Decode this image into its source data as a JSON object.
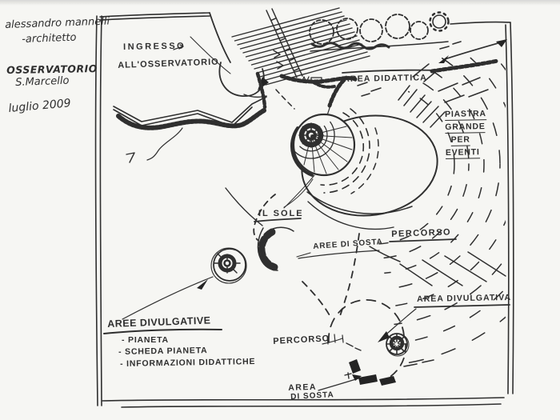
{
  "colors": {
    "ink": "#2f2f2f",
    "paper": "#f5f5f2"
  },
  "margin_notes": {
    "author_line1": "alessandro mannelli",
    "author_line2": "-architetto",
    "project_line1": "OSSERVATORIO",
    "project_line2": "S.Marcello",
    "date": "luglio 2009"
  },
  "plan_labels": {
    "entrance_line1": "INGRESSO",
    "entrance_line2": "ALL'OSSERVATORIO",
    "didactic_area": "AREA DIDATTICA",
    "piastra_line1": "PIASTRA",
    "piastra_line2": "GRANDE",
    "piastra_line3": "PER",
    "piastra_line4": "EVENTI",
    "sun": "IL SOLE",
    "path_upper": "PERCORSO",
    "rest_areas": "AREE DI SOSTA",
    "info_areas_title": "AREE DIVULGATIVE",
    "info_areas_item1": "- PIANETA",
    "info_areas_item2": "- SCHEDA PIANETA",
    "info_areas_item3": "- INFORMAZIONI DIDATTICHE",
    "path_lower": "PERCORSO",
    "info_area": "AREA DIVULGATIVA",
    "rest_area_line1": "AREA",
    "rest_area_line2": "DI SOSTA"
  }
}
